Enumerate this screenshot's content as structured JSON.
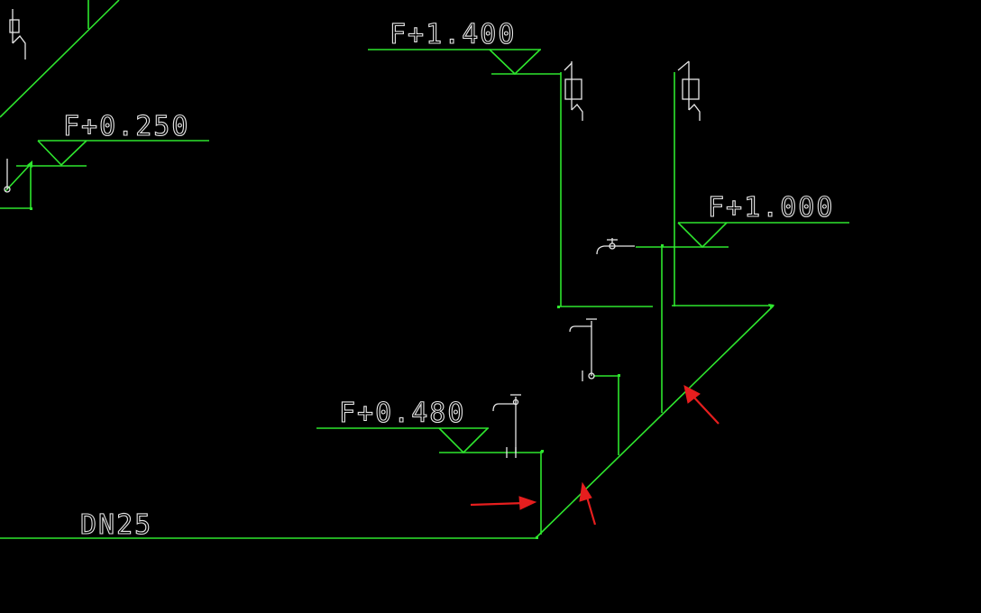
{
  "colors": {
    "background": "#000000",
    "pipe": "#2ee62e",
    "fixture": "#e6e6e6",
    "arrow": "#e61e1e"
  },
  "labels": {
    "elev_1400": "F+1.400",
    "elev_0250": "F+0.250",
    "elev_1000": "F+1.000",
    "elev_0480": "F+0.480",
    "pipe_size": "DN25"
  },
  "icons": [
    "valve-break-icon",
    "faucet-icon",
    "red-arrow-icon",
    "elevation-marker-icon"
  ]
}
